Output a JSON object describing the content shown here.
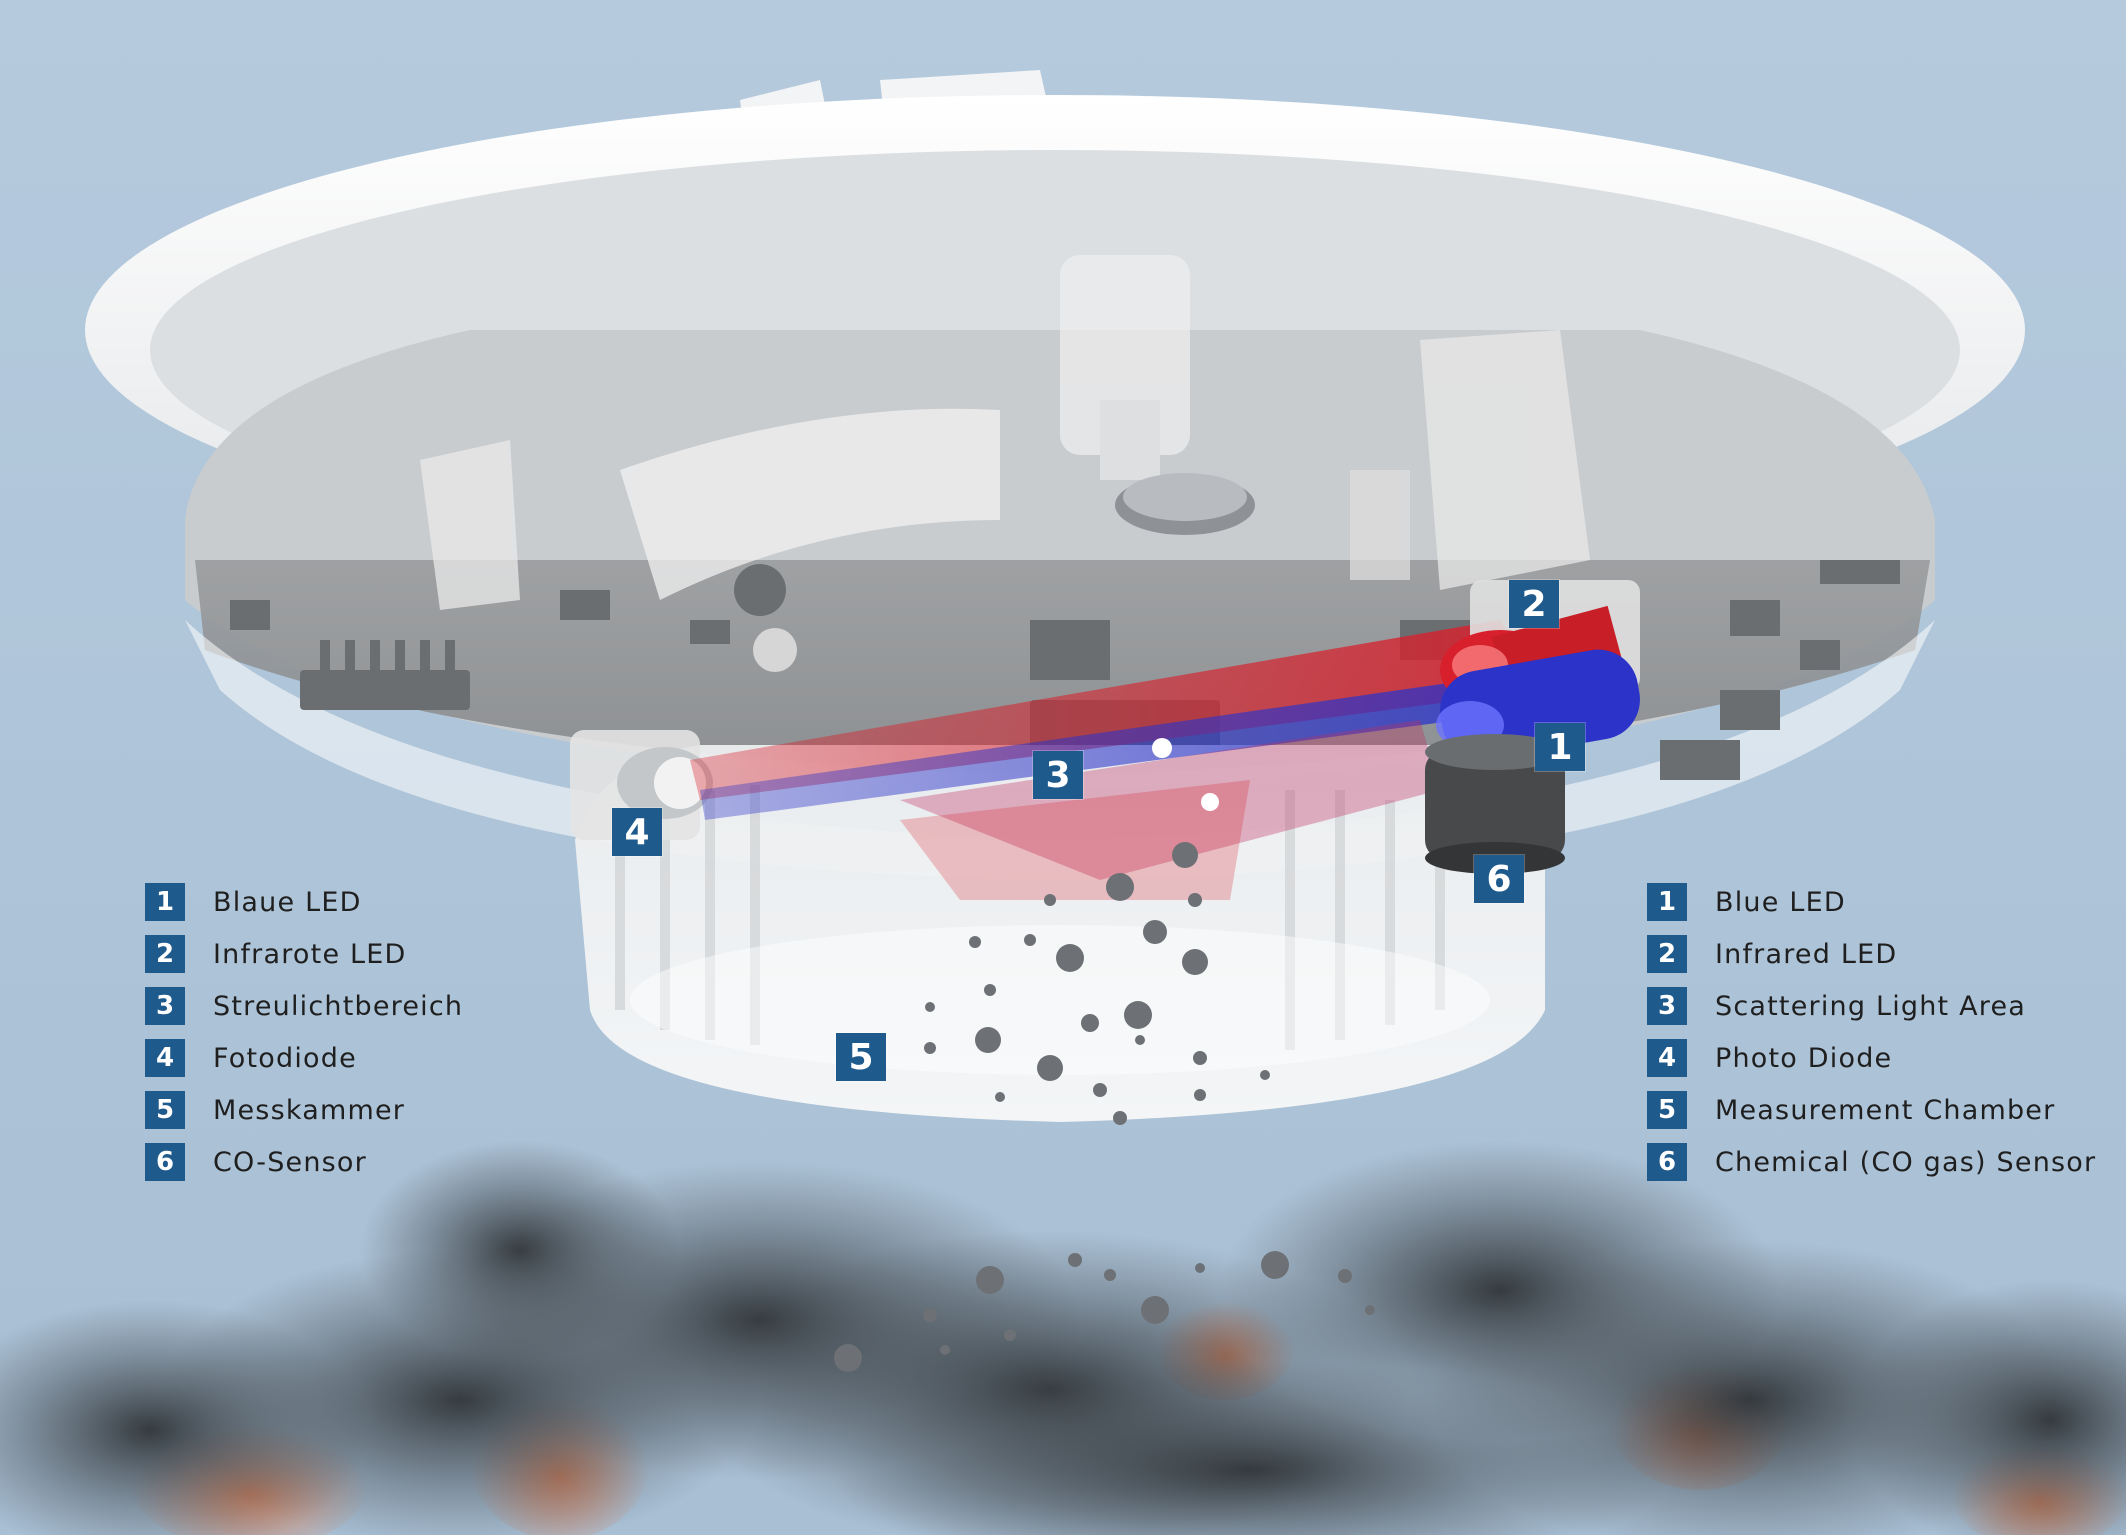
{
  "callouts": [
    "1",
    "2",
    "3",
    "4",
    "5",
    "6"
  ],
  "legend_de": [
    {
      "num": "1",
      "label": "Blaue LED"
    },
    {
      "num": "2",
      "label": "Infrarote LED"
    },
    {
      "num": "3",
      "label": "Streulichtbereich"
    },
    {
      "num": "4",
      "label": "Fotodiode"
    },
    {
      "num": "5",
      "label": "Messkammer"
    },
    {
      "num": "6",
      "label": "CO-Sensor"
    }
  ],
  "legend_en": [
    {
      "num": "1",
      "label": "Blue LED"
    },
    {
      "num": "2",
      "label": "Infrared LED"
    },
    {
      "num": "3",
      "label": "Scattering Light Area"
    },
    {
      "num": "4",
      "label": "Photo Diode"
    },
    {
      "num": "5",
      "label": "Measurement Chamber"
    },
    {
      "num": "6",
      "label": "Chemical (CO gas) Sensor"
    }
  ],
  "colors": {
    "background_sky": "#b3c9dc",
    "marker_blue": "#1f5a8c",
    "infrared_beam": "#d8202c",
    "blue_beam": "#2b33c9",
    "smoke": "#3a3f44",
    "flame": "#e2703a"
  }
}
